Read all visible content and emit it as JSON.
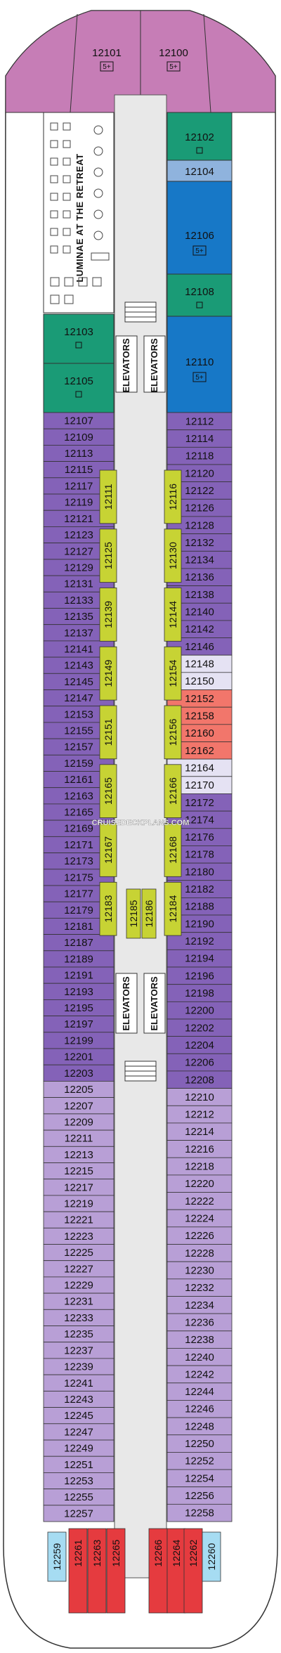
{
  "colors": {
    "suite_top": "#c67db6",
    "retreat_green": "#1a9b76",
    "blue_suite": "#1778c7",
    "light_blue": "#8fb3dd",
    "purple_dark": "#8462b8",
    "purple_light": "#b89fd6",
    "olive": "#c7d334",
    "salmon": "#f2766b",
    "red_aft": "#e53b3f",
    "cyan_aft": "#a6dcf2",
    "corridor": "#e8e8e8",
    "lavender_pale": "#e5e2f3"
  },
  "labels": {
    "retreat": "LUMINAE AT THE RETREAT",
    "elevators": "ELEVATORS",
    "watermark": "CRUISEDECKPLANS.COM",
    "badge": "5+"
  },
  "cabins": {
    "bow": [
      {
        "id": "12101",
        "badge": true
      },
      {
        "id": "12100",
        "badge": true
      }
    ],
    "right_top": [
      {
        "id": "12102",
        "color": "green",
        "square": true
      },
      {
        "id": "12104",
        "color": "lightblue",
        "square": false
      },
      {
        "id": "12106",
        "color": "blue",
        "badge": true
      },
      {
        "id": "12108",
        "color": "green",
        "square": true
      },
      {
        "id": "12110",
        "color": "blue",
        "badge": true
      }
    ],
    "left_top": [
      {
        "id": "12103",
        "square": true
      },
      {
        "id": "12105",
        "square": true
      }
    ],
    "left_outer": [
      "12107",
      "12109",
      "12113",
      "12115",
      "12117",
      "12119",
      "12121",
      "12123",
      "12127",
      "12129",
      "12131",
      "12133",
      "12135",
      "12137",
      "12141",
      "12143",
      "12145",
      "12147",
      "12153",
      "12155",
      "12157",
      "12159",
      "12161",
      "12163",
      "12165",
      "12169",
      "12171",
      "12173",
      "12175",
      "12177",
      "12179",
      "12181",
      "12187",
      "12189",
      "12191",
      "12193",
      "12195",
      "12197",
      "12199",
      "12201",
      "12203",
      "12205",
      "12207",
      "12209",
      "12211",
      "12213",
      "12215",
      "12217",
      "12219",
      "12221",
      "12223",
      "12225",
      "12227",
      "12229",
      "12231",
      "12233",
      "12235",
      "12237",
      "12239",
      "12241",
      "12243",
      "12245",
      "12247",
      "12249",
      "12251",
      "12253",
      "12255",
      "12257"
    ],
    "right_outer": [
      "12112",
      "12114",
      "12118",
      "12120",
      "12122",
      "12126",
      "12128",
      "12132",
      "12134",
      "12136",
      "12138",
      "12140",
      "12142",
      "12146",
      "12148",
      "12150",
      "12152",
      "12158",
      "12160",
      "12162",
      "12164",
      "12170",
      "12172",
      "12174",
      "12176",
      "12178",
      "12180",
      "12182",
      "12188",
      "12190",
      "12192",
      "12194",
      "12196",
      "12198",
      "12200",
      "12202",
      "12204",
      "12206",
      "12208",
      "12210",
      "12212",
      "12214",
      "12216",
      "12218",
      "12220",
      "12222",
      "12224",
      "12226",
      "12228",
      "12230",
      "12232",
      "12234",
      "12236",
      "12238",
      "12240",
      "12242",
      "12244",
      "12246",
      "12248",
      "12250",
      "12252",
      "12254",
      "12256",
      "12258"
    ],
    "inner_left": [
      "12111",
      "12125",
      "12139",
      "12149",
      "12151",
      "12165",
      "12167",
      "12183"
    ],
    "inner_right": [
      "12116",
      "12130",
      "12144",
      "12154",
      "12156",
      "12166",
      "12168",
      "12184"
    ],
    "inner_center": [
      "12185",
      "12186"
    ],
    "aft": [
      "12259",
      "12261",
      "12263",
      "12265",
      "12266",
      "12264",
      "12262",
      "12260"
    ]
  }
}
